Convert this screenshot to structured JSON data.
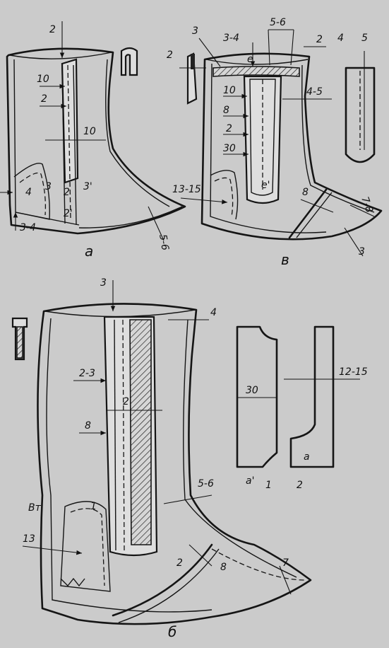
{
  "figure": {
    "captions": {
      "a": "а",
      "v": "в",
      "b": "б"
    },
    "panel_a": {
      "dims": [
        "2",
        "10",
        "2",
        "10",
        "4",
        "3-4",
        "5-6"
      ],
      "markers": [
        "3",
        "2",
        "3'",
        "2'"
      ]
    },
    "panel_v": {
      "dims": [
        "3",
        "3-4",
        "5-6",
        "2",
        "2",
        "4",
        "5",
        "10",
        "8",
        "2",
        "30",
        "4-5",
        "13-15",
        "8",
        "7-8",
        "3"
      ],
      "markers": [
        "e",
        "e'"
      ]
    },
    "panel_b": {
      "dims": [
        "3",
        "4",
        "2-3",
        "2",
        "8",
        "5-6",
        "13",
        "8",
        "7",
        "30",
        "12-15",
        "1",
        "2"
      ],
      "markers": [
        "Bт",
        "a'",
        "a",
        "1",
        "2"
      ]
    }
  }
}
